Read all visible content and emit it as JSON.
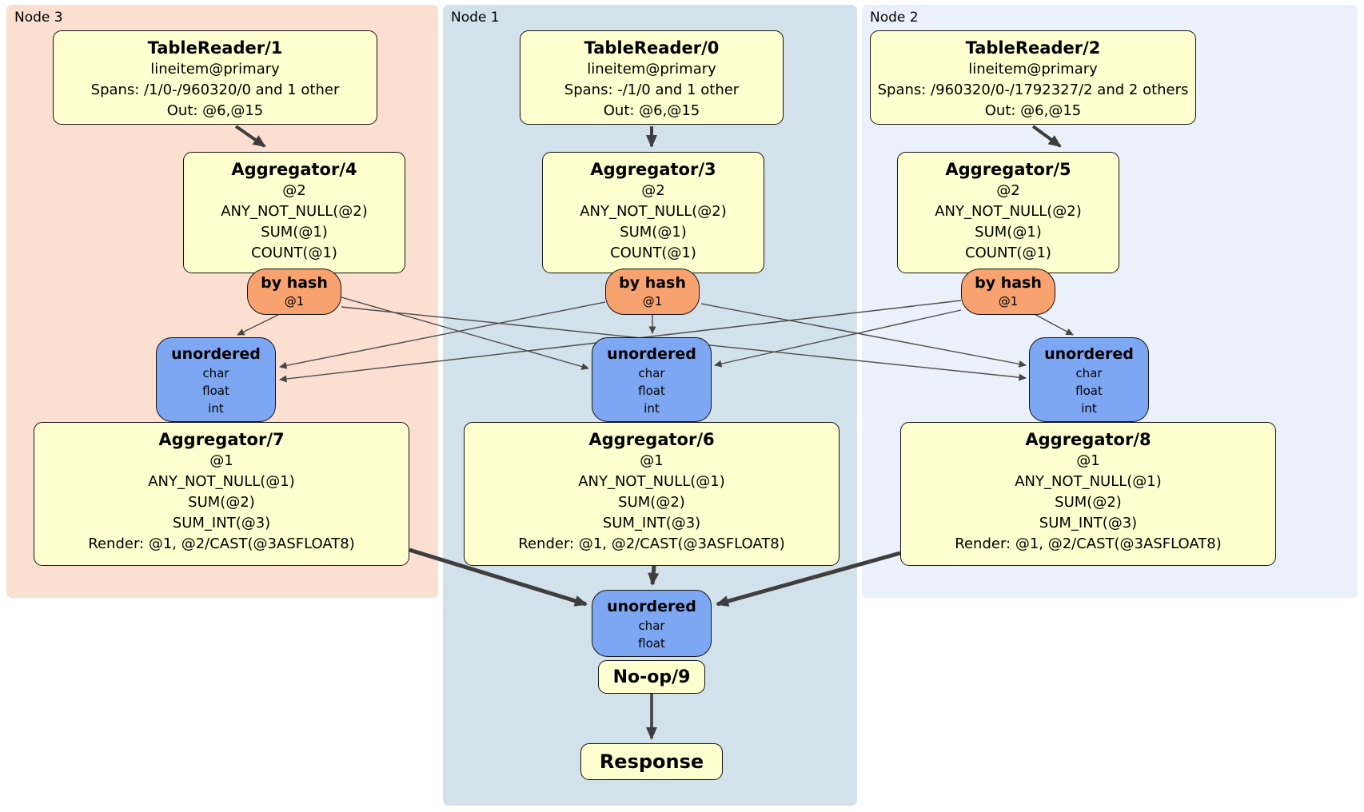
{
  "containers": {
    "node3": {
      "label": "Node 3",
      "bg": "#fbdfd0"
    },
    "node1": {
      "label": "Node 1",
      "bg": "#d2e1ea"
    },
    "node2": {
      "label": "Node 2",
      "bg": "#ebf1fa"
    }
  },
  "processors": {
    "tr1": {
      "title": "TableReader/1",
      "lines": [
        "lineitem@primary",
        "Spans: /1/0-/960320/0 and 1 other",
        "Out: @6,@15"
      ]
    },
    "tr0": {
      "title": "TableReader/0",
      "lines": [
        "lineitem@primary",
        "Spans: -/1/0 and 1 other",
        "Out: @6,@15"
      ]
    },
    "tr2": {
      "title": "TableReader/2",
      "lines": [
        "lineitem@primary",
        "Spans: /960320/0-/1792327/2 and 2 others",
        "Out: @6,@15"
      ]
    },
    "agg4": {
      "title": "Aggregator/4",
      "lines": [
        "@2",
        "ANY_NOT_NULL(@2)",
        "SUM(@1)",
        "COUNT(@1)"
      ]
    },
    "agg3": {
      "title": "Aggregator/3",
      "lines": [
        "@2",
        "ANY_NOT_NULL(@2)",
        "SUM(@1)",
        "COUNT(@1)"
      ]
    },
    "agg5": {
      "title": "Aggregator/5",
      "lines": [
        "@2",
        "ANY_NOT_NULL(@2)",
        "SUM(@1)",
        "COUNT(@1)"
      ]
    },
    "agg7": {
      "title": "Aggregator/7",
      "lines": [
        "@1",
        "ANY_NOT_NULL(@1)",
        "SUM(@2)",
        "SUM_INT(@3)",
        "Render: @1, @2/CAST(@3ASFLOAT8)"
      ]
    },
    "agg6": {
      "title": "Aggregator/6",
      "lines": [
        "@1",
        "ANY_NOT_NULL(@1)",
        "SUM(@2)",
        "SUM_INT(@3)",
        "Render: @1, @2/CAST(@3ASFLOAT8)"
      ]
    },
    "agg8": {
      "title": "Aggregator/8",
      "lines": [
        "@1",
        "ANY_NOT_NULL(@1)",
        "SUM(@2)",
        "SUM_INT(@3)",
        "Render: @1, @2/CAST(@3ASFLOAT8)"
      ]
    },
    "noop": {
      "title": "No-op/9"
    },
    "response": {
      "title": "Response"
    }
  },
  "routers": {
    "hash_left": {
      "title": "by hash",
      "key": "@1"
    },
    "hash_mid": {
      "title": "by hash",
      "key": "@1"
    },
    "hash_right": {
      "title": "by hash",
      "key": "@1"
    }
  },
  "streams": {
    "unordered_left": {
      "title": "unordered",
      "types": [
        "char",
        "float",
        "int"
      ]
    },
    "unordered_mid": {
      "title": "unordered",
      "types": [
        "char",
        "float",
        "int"
      ]
    },
    "unordered_right": {
      "title": "unordered",
      "types": [
        "char",
        "float",
        "int"
      ]
    },
    "unordered_final": {
      "title": "unordered",
      "types": [
        "char",
        "float"
      ]
    }
  },
  "colors": {
    "processor_bg": "#ffffcf",
    "router_bg": "#f7a26f",
    "stream_bg": "#7ea7f3",
    "edge": "#3e3e3e",
    "border": "#141414"
  }
}
